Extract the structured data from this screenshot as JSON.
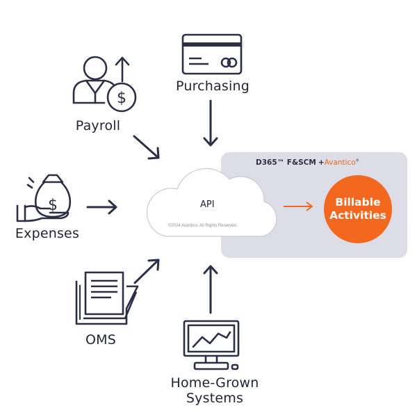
{
  "nodes": {
    "payroll": "Payroll",
    "purchasing": "Purchasing",
    "expenses": "Expenses",
    "oms": "OMS",
    "home_grown_line1": "Home-Grown",
    "home_grown_line2": "Systems"
  },
  "panel": {
    "title": "D365™ F&SCM",
    "plus": "+",
    "brand": "Avantico",
    "brand_mark": "®"
  },
  "cloud": {
    "label": "API",
    "copyright": "©2024 Avantico. All Rights Reserved."
  },
  "output": {
    "line1": "Billable",
    "line2": "Activities"
  },
  "colors": {
    "ink": "#2b2f45",
    "accent": "#f4671f",
    "panel": "#dcdde6"
  }
}
